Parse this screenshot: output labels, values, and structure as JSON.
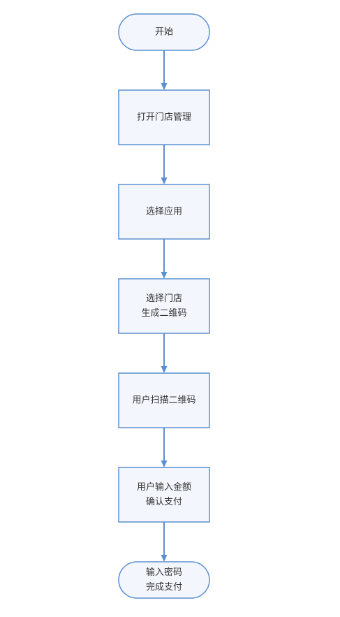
{
  "flowchart": {
    "nodes": [
      {
        "id": "start",
        "shape": "terminal",
        "lines": [
          "开始"
        ]
      },
      {
        "id": "open-store-management",
        "shape": "process",
        "lines": [
          "打开门店管理"
        ]
      },
      {
        "id": "select-app",
        "shape": "process",
        "lines": [
          "选择应用"
        ]
      },
      {
        "id": "select-store-generate-qr",
        "shape": "process",
        "lines": [
          "选择门店",
          "生成二维码"
        ]
      },
      {
        "id": "user-scan-qr",
        "shape": "process",
        "lines": [
          "用户扫描二维码"
        ]
      },
      {
        "id": "user-enter-amount",
        "shape": "process",
        "lines": [
          "用户输入金额",
          "确认支付"
        ]
      },
      {
        "id": "enter-password-complete",
        "shape": "terminal",
        "lines": [
          "输入密码",
          "完成支付"
        ]
      }
    ],
    "edges": [
      {
        "from": "start",
        "to": "open-store-management"
      },
      {
        "from": "open-store-management",
        "to": "select-app"
      },
      {
        "from": "select-app",
        "to": "select-store-generate-qr"
      },
      {
        "from": "select-store-generate-qr",
        "to": "user-scan-qr"
      },
      {
        "from": "user-scan-qr",
        "to": "user-enter-amount"
      },
      {
        "from": "user-enter-amount",
        "to": "enter-password-complete"
      }
    ],
    "colors": {
      "stroke": "#5b8fd1",
      "fill": "#f3f7fd",
      "text": "#333333"
    }
  }
}
